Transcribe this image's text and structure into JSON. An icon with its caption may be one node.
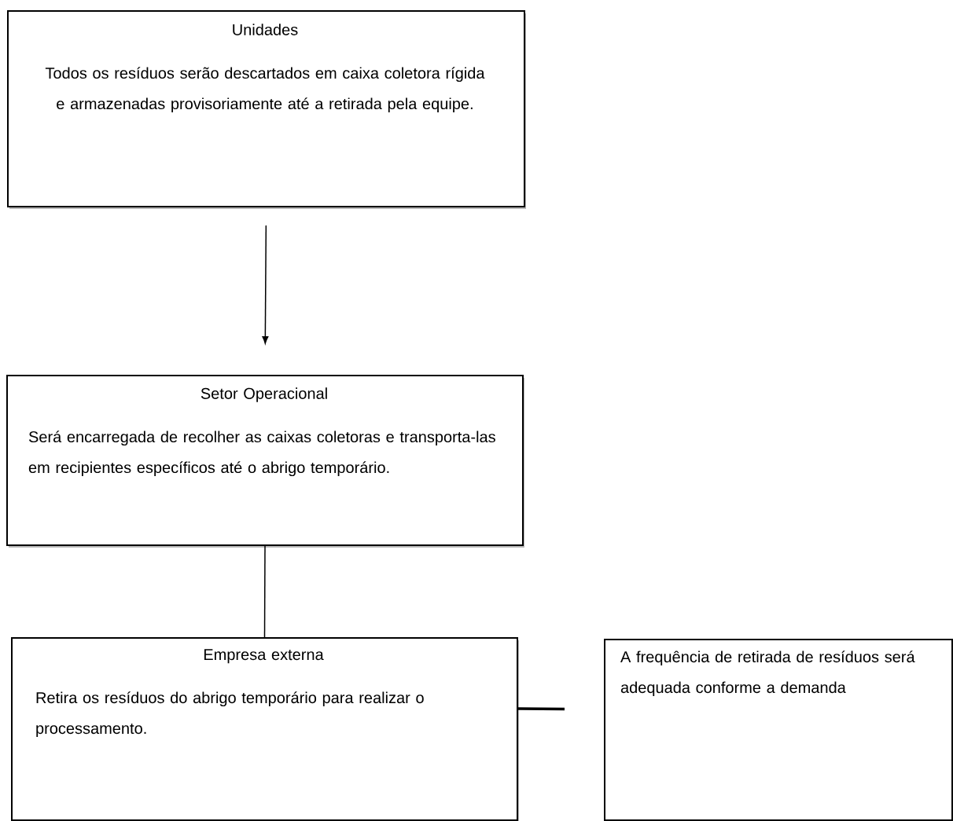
{
  "diagram": {
    "nodes": [
      {
        "text": [
          "Unidades",
          "Todos os resíduos serão descartados em caixa coletora rígida e armazenadas provisoriamente até a retirada pela equipe."
        ]
      },
      {
        "text": [
          "Setor Operacional",
          "Será encarregada de recolher as caixas coletoras e transporta-las em recipientes específicos até o abrigo temporário."
        ]
      },
      {
        "text": [
          "Empresa externa",
          "Retira os resíduos do abrigo temporário para realizar o processamento."
        ]
      },
      {
        "text": [
          "A frequência de retirada de resíduos será adequada conforme a demanda"
        ]
      }
    ],
    "edges": [
      {
        "from": 0,
        "to": 1,
        "arrow": "to"
      },
      {
        "from": 1,
        "to": 2,
        "arrow": "none"
      },
      {
        "from": 2,
        "to": 3,
        "arrow": "none",
        "style": "thick"
      }
    ]
  }
}
